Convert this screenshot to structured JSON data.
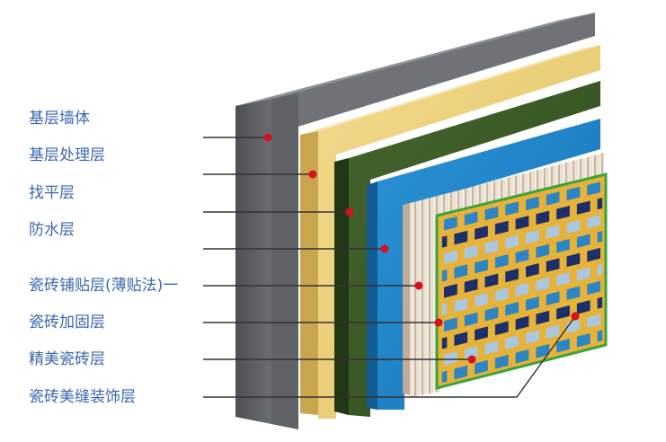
{
  "colors": {
    "label_text": "#3a67b0",
    "leader_line": "#333333",
    "marker_dot": "#d8101e",
    "wall_front": "#5b5f63",
    "wall_top": "#8e9296",
    "render_front": "#edd27c",
    "render_side": "#c9a64e",
    "leveling_front": "#3b5a27",
    "leveling_side": "#223715",
    "waterproof_front": "#1f83c8",
    "waterproof_side": "#125c96",
    "adhesive_front": "#e9ded0",
    "adhesive_stripe": "#c0b29f",
    "grout_grid": "#e6b23a",
    "tile_border": "#3aa33a",
    "tile_navy": "#1c2f6a",
    "tile_blue": "#2d86c3",
    "tile_light": "#aac7de"
  },
  "layers": [
    {
      "id": "base-wall",
      "label": "基层墙体"
    },
    {
      "id": "base-treatment",
      "label": "基层处理层"
    },
    {
      "id": "leveling",
      "label": "找平层"
    },
    {
      "id": "waterproof",
      "label": "防水层"
    },
    {
      "id": "tile-adhesive",
      "label": "瓷砖铺贴层(薄贴法)一"
    },
    {
      "id": "tile-reinforce",
      "label": "瓷砖加固层"
    },
    {
      "id": "fine-tile",
      "label": "精美瓷砖层"
    },
    {
      "id": "grout-decor",
      "label": "瓷砖美缝装饰层"
    }
  ]
}
